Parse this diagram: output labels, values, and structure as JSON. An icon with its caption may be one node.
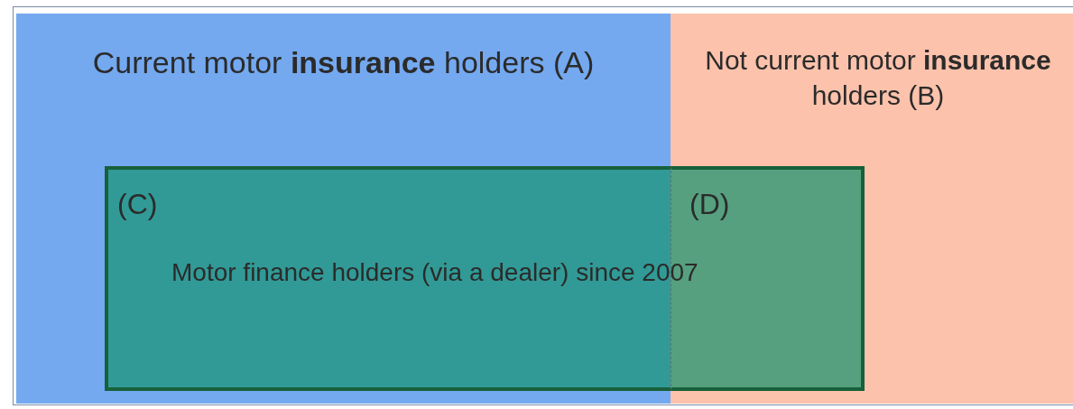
{
  "diagram": {
    "nodes": [
      {
        "text": [
          "Current motor **insurance** holders (A)"
        ]
      },
      {
        "text": [
          "Not current motor **insurance** holders (B)"
        ]
      },
      {
        "text": [
          "(C)"
        ],
        "in": 0
      },
      {
        "text": [
          "(D)"
        ],
        "in": 1
      }
    ],
    "labels": [
      "Motor finance holders (via a dealer) since 2007"
    ]
  }
}
